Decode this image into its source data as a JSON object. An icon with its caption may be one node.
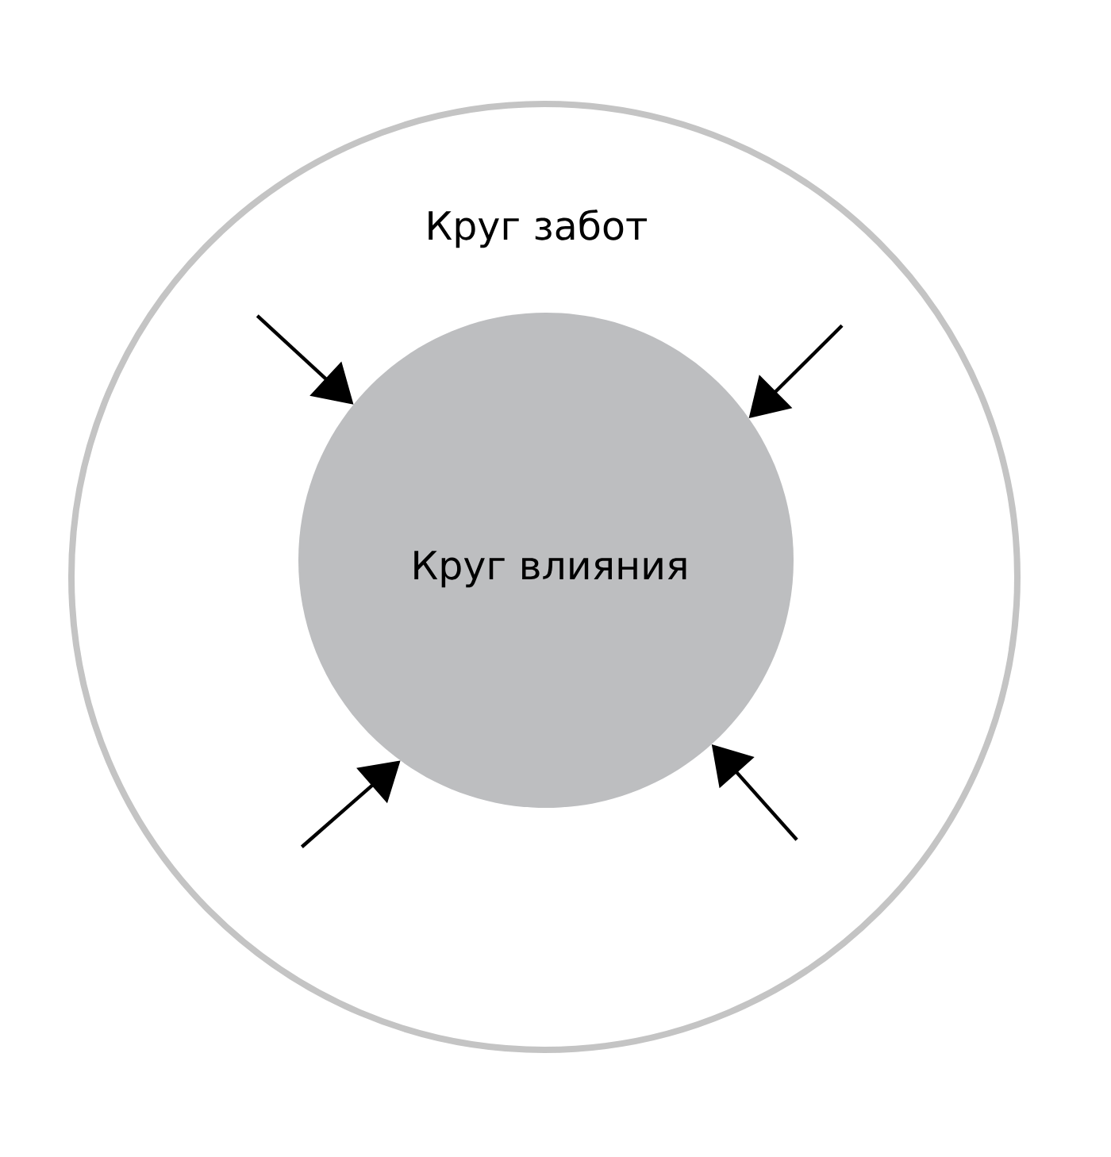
{
  "diagram": {
    "nodes": [
      {
        "text": [
          "Круг забот"
        ]
      },
      {
        "text": [
          "Круг влияния"
        ],
        "in": 0
      }
    ],
    "edges": [
      {
        "from": null,
        "to": 1,
        "arrow": "to"
      },
      {
        "from": null,
        "to": 1,
        "arrow": "to"
      },
      {
        "from": null,
        "to": 1,
        "arrow": "to"
      },
      {
        "from": null,
        "to": 1,
        "arrow": "to"
      }
    ]
  }
}
